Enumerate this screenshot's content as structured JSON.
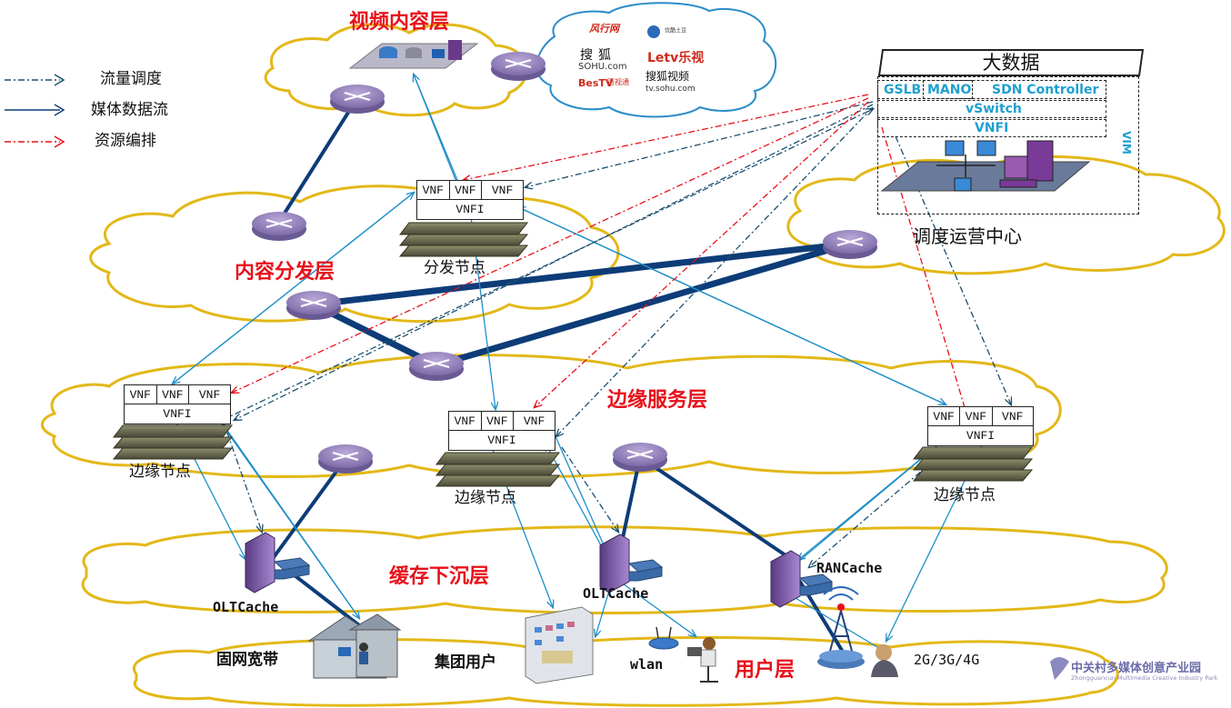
{
  "legend": {
    "traffic_scheduling": "流量调度",
    "media_data_flow": "媒体数据流",
    "resource_orchestration": "资源编排"
  },
  "layers": {
    "video_content": "视频内容层",
    "content_distribution": "内容分发层",
    "edge_service": "边缘服务层",
    "cache_sinking": "缓存下沉层",
    "user": "用户层"
  },
  "providers": {
    "fengxing": "风行网",
    "pps": "优酷土豆",
    "sohu": "搜狐",
    "sohu_domain": "SOHU.com",
    "bestv": "BesTV",
    "bestv_cn": "百视通",
    "letv": "Letv乐视",
    "sohu_video": "搜狐视频",
    "sohu_video_domain": "tv.sohu.com"
  },
  "control_center": {
    "big_data": "大数据",
    "gslb": "GSLB",
    "mano": "MANO",
    "sdn_controller": "SDN Controller",
    "vswitch": "vSwitch",
    "nfvi": "VNFI",
    "vim": "VIM",
    "name": "调度运营中心"
  },
  "vnf": {
    "vnf_label": "VNF",
    "vnfi_label": "VNFI"
  },
  "nodes": {
    "distribution_node": "分发节点",
    "edge_node": "边缘节点"
  },
  "caches": {
    "olt_cache": "OLTCache",
    "ran_cache": "RANCache"
  },
  "users": {
    "fixed_broadband": "固网宽带",
    "enterprise_user": "集团用户",
    "wlan": "wlan",
    "mobile": "2G/3G/4G"
  },
  "watermark": {
    "name": "中关村多媒体创意产业园",
    "sub": "Zhongguancun Multimedia Creative Industry Park"
  },
  "colors": {
    "thick_link": "#0d3c78",
    "media_flow": "#1f8fc8",
    "traffic_dash": "#1a4f70",
    "orchestration_dash": "#e8101a",
    "cloud_outline": "#e3b818",
    "layer_title": "#e8101a"
  }
}
